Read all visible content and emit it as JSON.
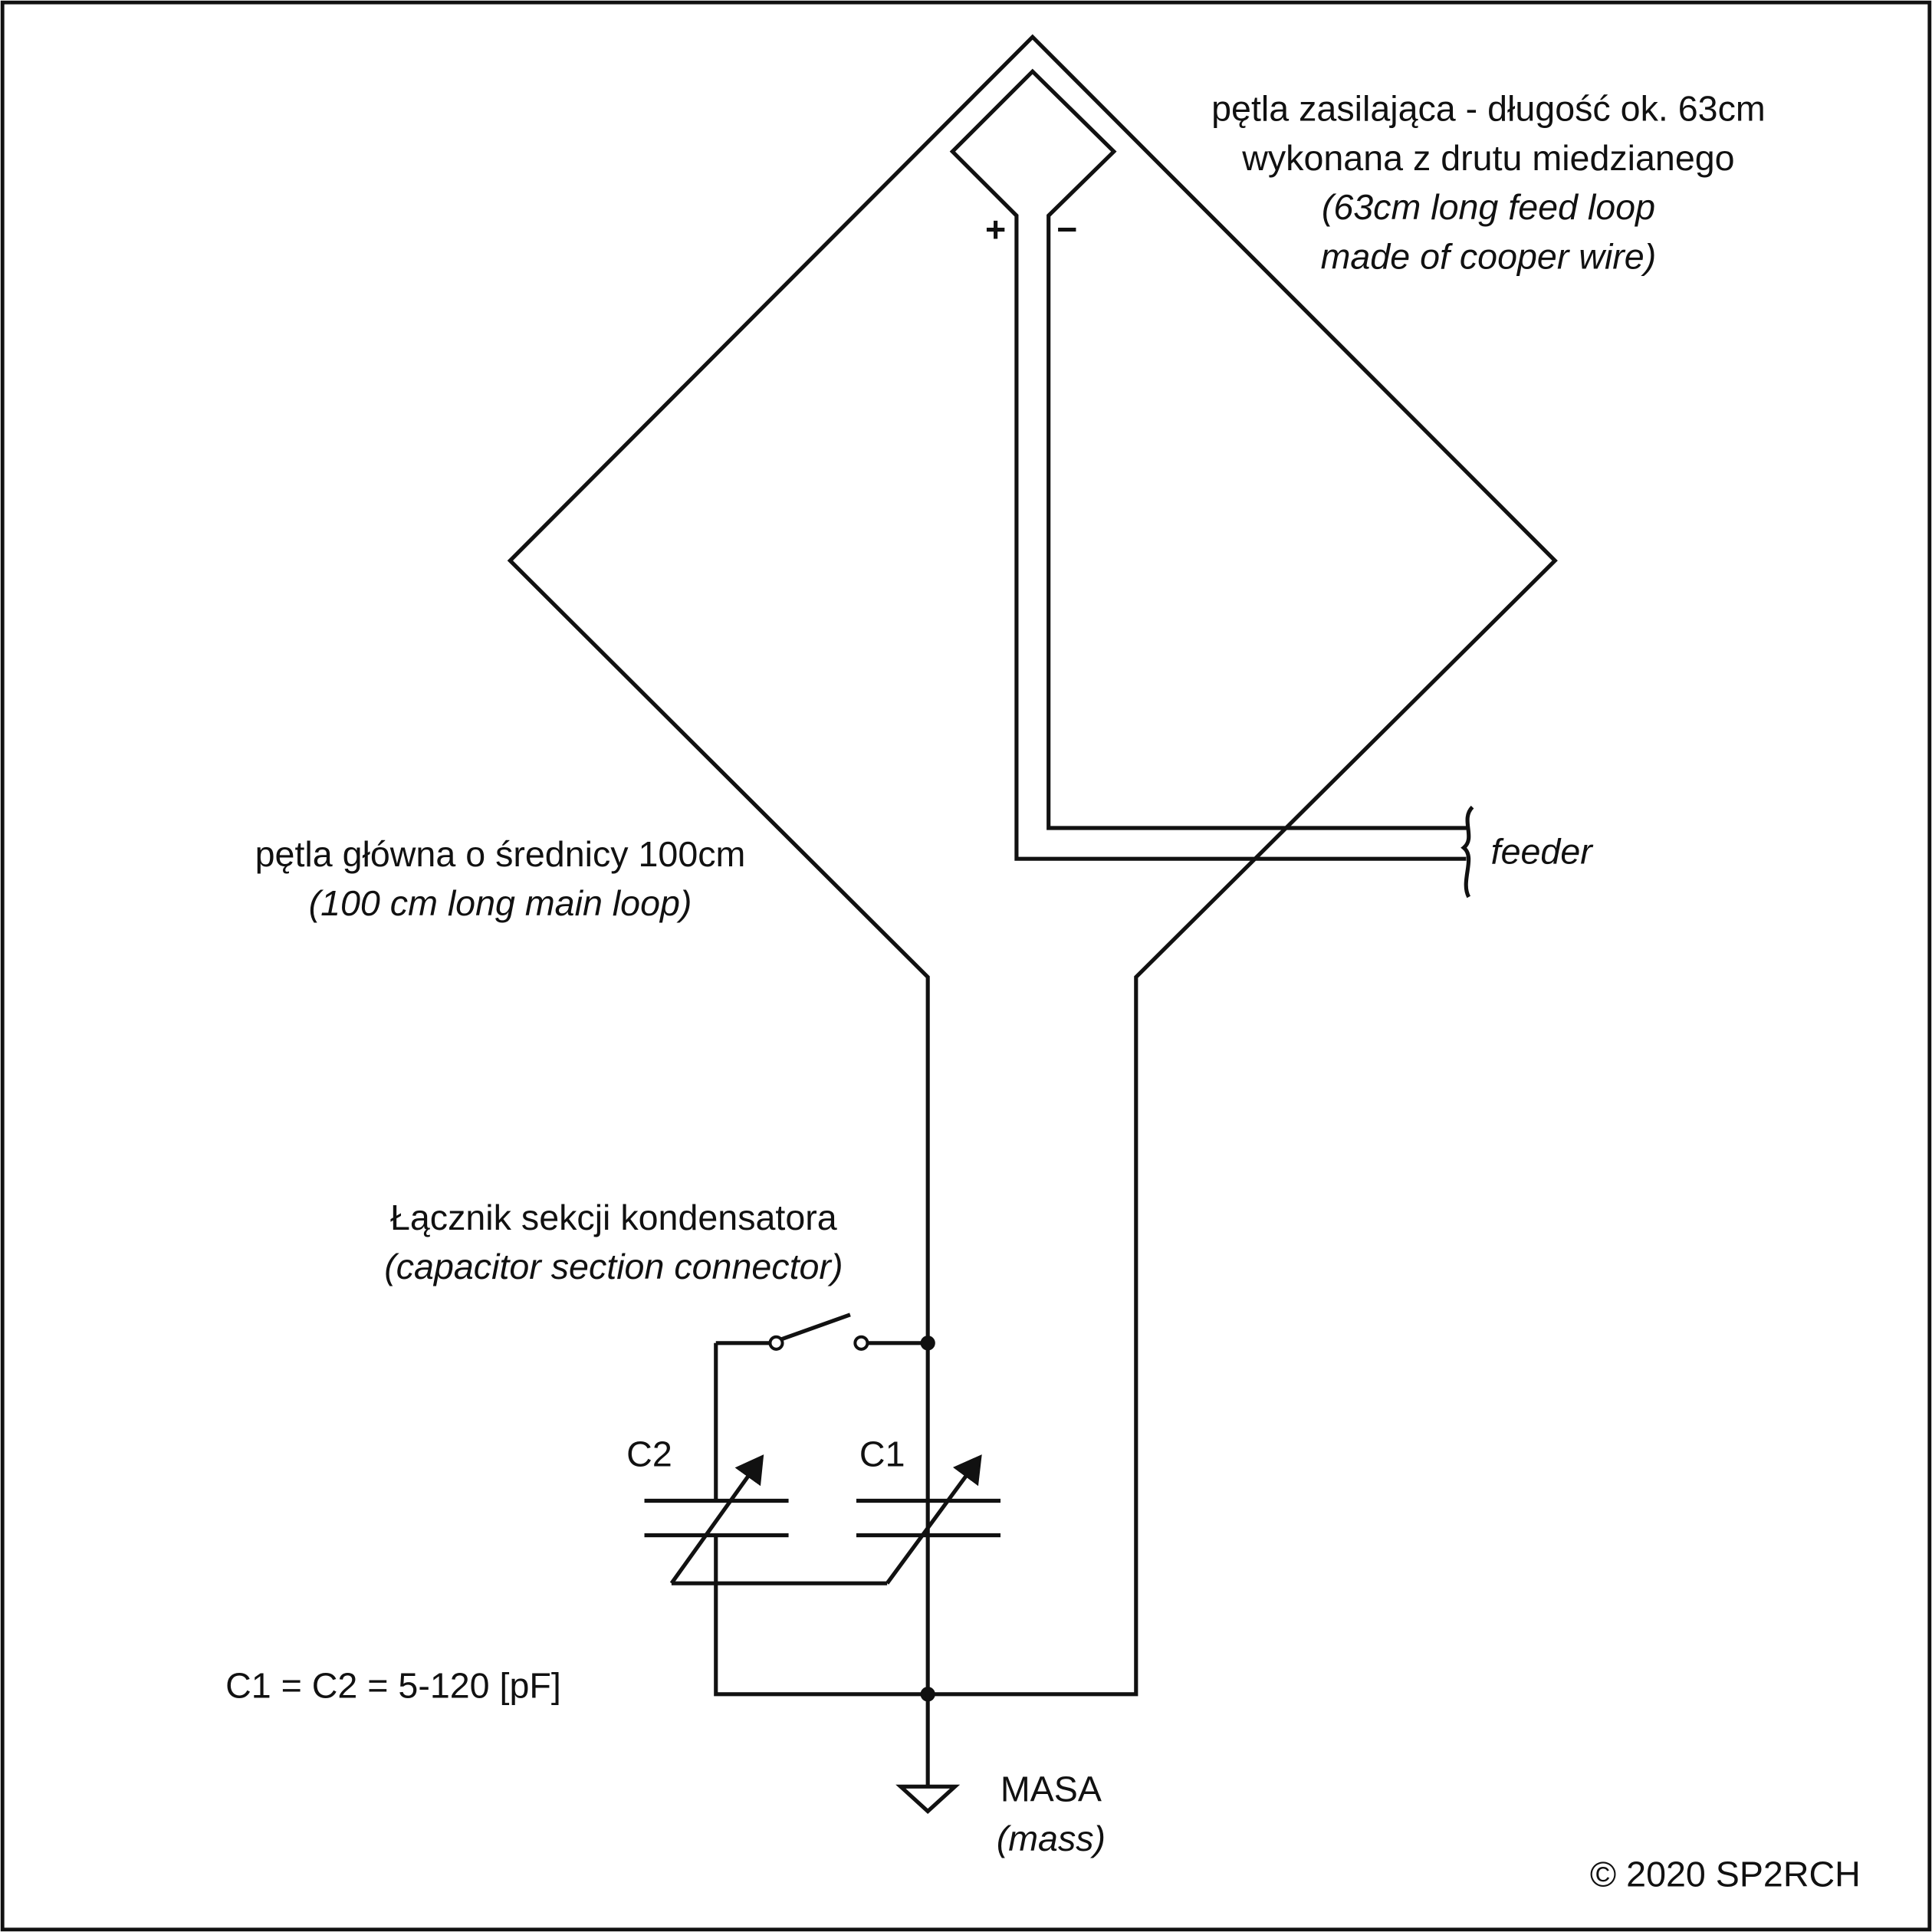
{
  "feed_loop": {
    "label_pl_1": "pętla zasilająca - długość ok. 63cm",
    "label_pl_2": "wykonana z drutu miedzianego",
    "label_en_1": "(63cm long feed loop",
    "label_en_2": "made of cooper wire)",
    "plus": "+",
    "minus": "−"
  },
  "feeder": {
    "label": "feeder"
  },
  "main_loop": {
    "label_pl": "pętla główna o średnicy 100cm",
    "label_en": "(100 cm long main loop)"
  },
  "switch": {
    "label_pl": "Łącznik sekcji kondensatora",
    "label_en": "(capacitor section connector)"
  },
  "capacitors": {
    "c2": "C2",
    "c1": "C1",
    "value": "C1 = C2 = 5-120 [pF]"
  },
  "ground": {
    "label_pl": "MASA",
    "label_en": "(mass)"
  },
  "copyright": "© 2020 SP2RCH"
}
